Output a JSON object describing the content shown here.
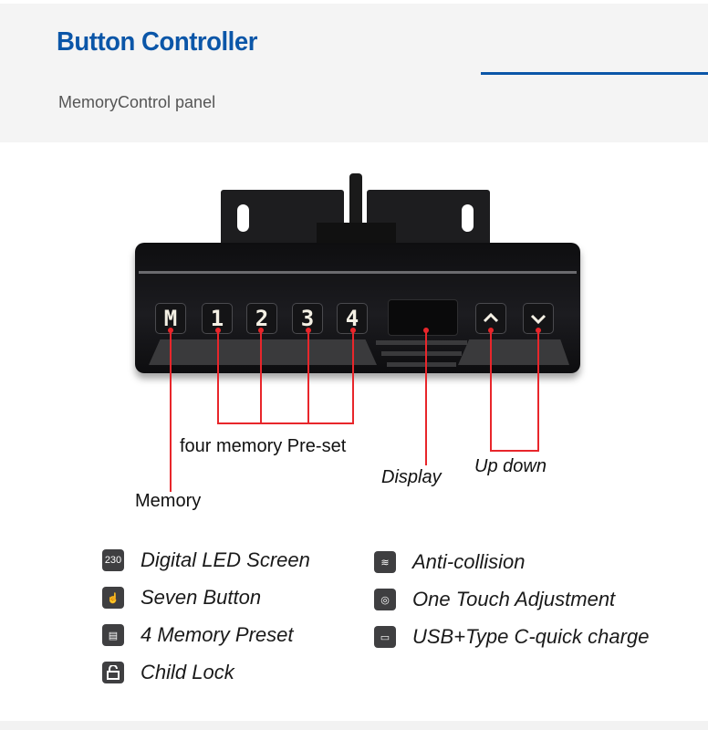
{
  "header": {
    "title": "Button Controller",
    "subtitle": "MemoryControl panel",
    "accent_color": "#0b56a8"
  },
  "device": {
    "keys": [
      "M",
      "1",
      "2",
      "3",
      "4"
    ],
    "arrow_up": "^",
    "arrow_down": "v"
  },
  "callouts": {
    "memory": "Memory",
    "presets": "four memory Pre-set",
    "display": "Display",
    "updown": "Up down",
    "line_color": "#e8262b"
  },
  "features": {
    "left": [
      {
        "icon": "led-screen-icon",
        "glyph": "230",
        "label": "Digital LED Screen"
      },
      {
        "icon": "touch-finger-icon",
        "glyph": "☝",
        "label": "Seven Button"
      },
      {
        "icon": "memory-card-icon",
        "glyph": "▤",
        "label": "4 Memory Preset"
      },
      {
        "icon": "unlock-icon",
        "glyph": "🔓",
        "label": "Child Lock"
      }
    ],
    "right": [
      {
        "icon": "anti-collision-icon",
        "glyph": "≋",
        "label": "Anti-collision"
      },
      {
        "icon": "one-touch-icon",
        "glyph": "◎",
        "label": "One Touch Adjustment"
      },
      {
        "icon": "usb-icon",
        "glyph": "▭",
        "label": "USB+Type C-quick charge"
      }
    ]
  }
}
